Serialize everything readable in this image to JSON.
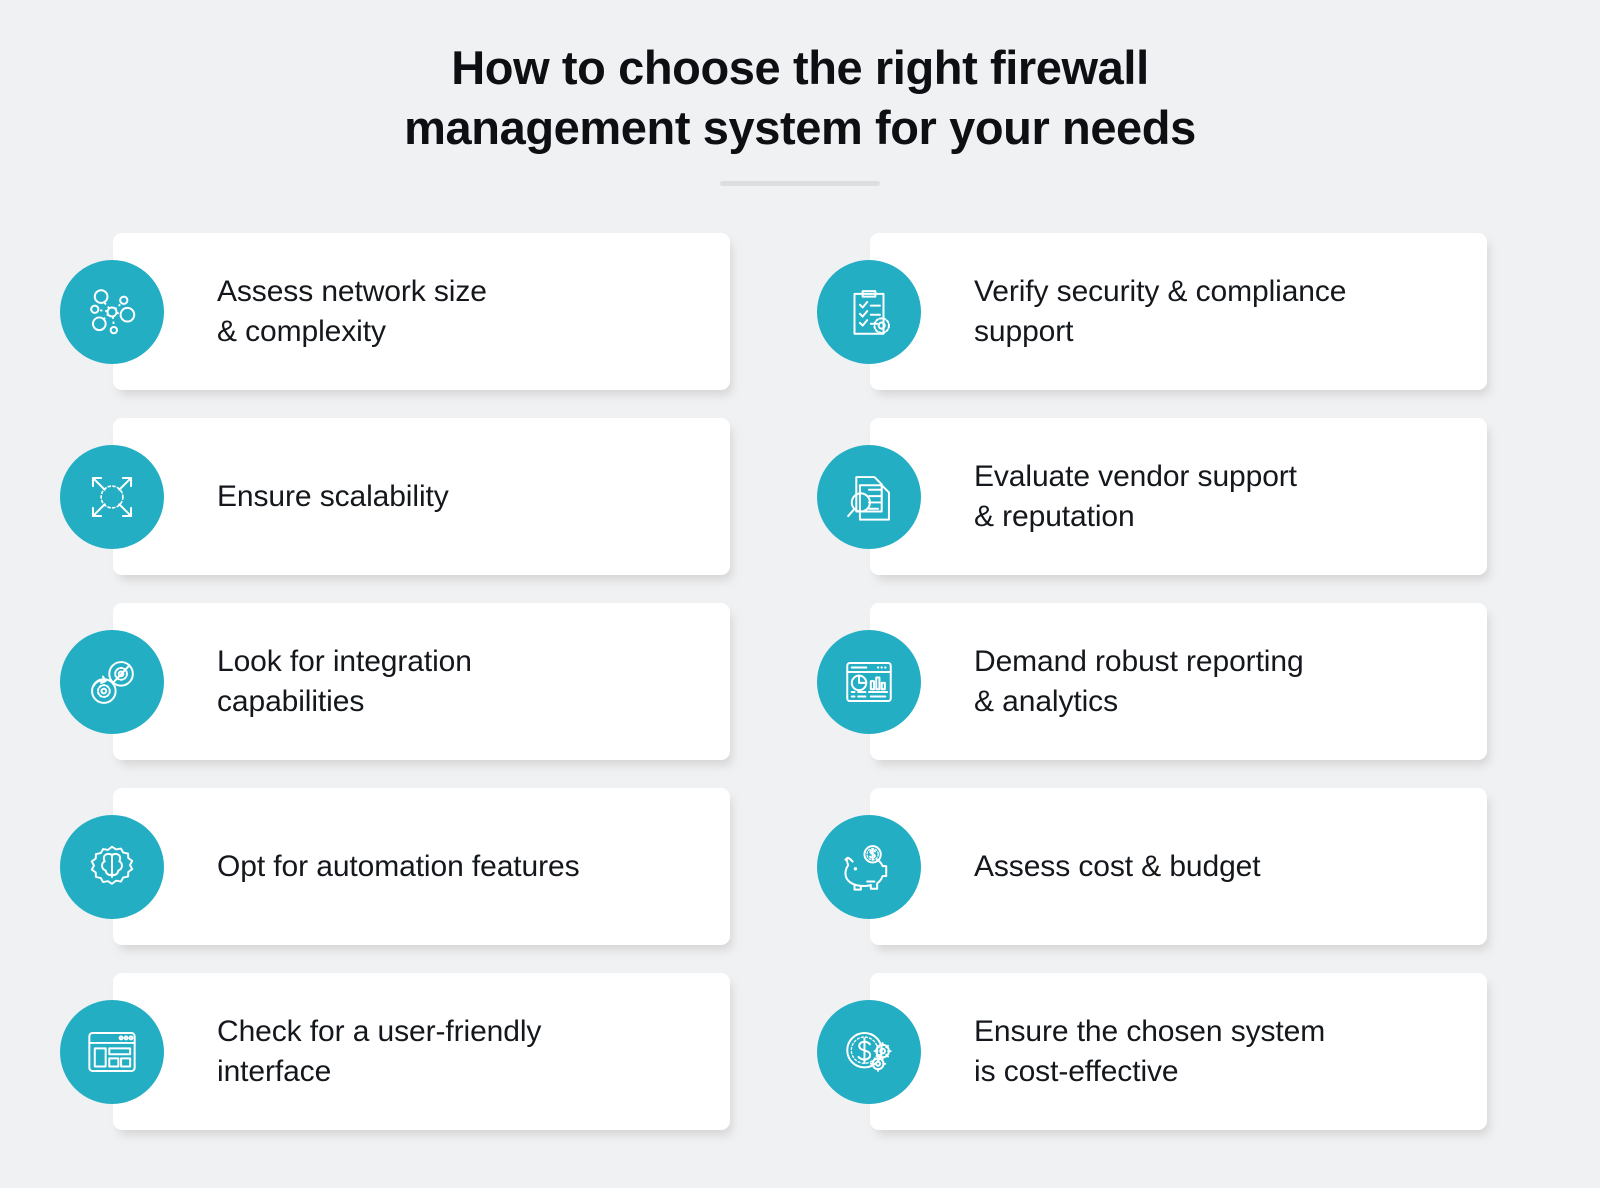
{
  "header": {
    "title_line1": "How to choose the right firewall",
    "title_line2": "management system for your needs"
  },
  "theme": {
    "background": "#eff1f3",
    "accent": "#23aec4",
    "text": "#14171b",
    "title_text": "#0d0f12",
    "card_background": "#ffffff",
    "divider": "#dcdee0"
  },
  "cards": [
    {
      "id": "assess-network-size",
      "icon": "network-nodes-icon",
      "label": "Assess network size\n& complexity"
    },
    {
      "id": "verify-security",
      "icon": "clipboard-checklist-seal-icon",
      "label": "Verify security & compliance\nsupport"
    },
    {
      "id": "ensure-scalability",
      "icon": "expand-arrows-icon",
      "label": "Ensure scalability"
    },
    {
      "id": "evaluate-vendor-support",
      "icon": "documents-magnifier-icon",
      "label": "Evaluate vendor support\n& reputation"
    },
    {
      "id": "integration-capabilities",
      "icon": "linked-gears-icon",
      "label": "Look for integration\ncapabilities"
    },
    {
      "id": "demand-reporting",
      "icon": "dashboard-charts-icon",
      "label": "Demand robust reporting\n& analytics"
    },
    {
      "id": "automation-features",
      "icon": "gear-brain-icon",
      "label": "Opt for automation features"
    },
    {
      "id": "assess-cost-budget",
      "icon": "piggy-bank-icon",
      "label": "Assess cost & budget"
    },
    {
      "id": "user-friendly-interface",
      "icon": "browser-layout-icon",
      "label": "Check for a user-friendly\ninterface"
    },
    {
      "id": "cost-effective-system",
      "icon": "dollar-coin-gears-icon",
      "label": "Ensure the chosen system\nis cost-effective"
    }
  ]
}
